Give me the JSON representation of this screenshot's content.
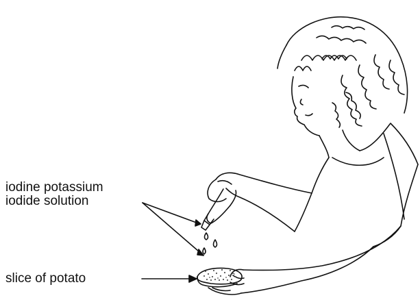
{
  "labels": {
    "iodine_line1": "iodine potassium",
    "iodine_line2": "iodide solution",
    "potato": "slice of potato"
  },
  "colors": {
    "ink": "#111111",
    "potato_speckle": "#555555",
    "background": "#ffffff"
  }
}
